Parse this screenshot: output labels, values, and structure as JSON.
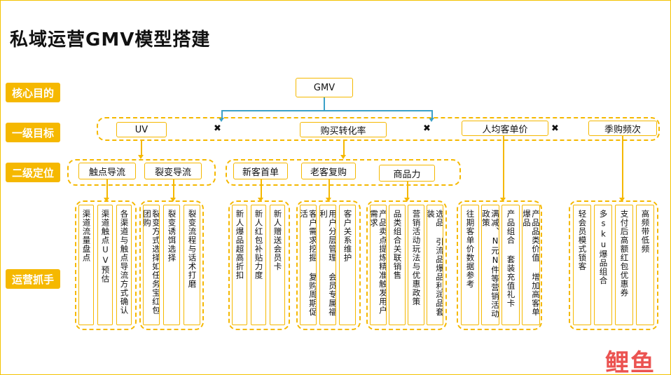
{
  "title": "私域运营GMV模型搭建",
  "row_labels": {
    "core": "核心目的",
    "level1": "一级目标",
    "level2": "二级定位",
    "ops": "运营抓手"
  },
  "gmv": "GMV",
  "level1": [
    "UV",
    "购买转化率",
    "人均客单价",
    "季购频次"
  ],
  "times_symbol": "✖",
  "level2": [
    "触点导流",
    "裂变导流",
    "新客首单",
    "老客复购",
    "商品力"
  ],
  "ops": {
    "touch": [
      "渠道流量盘点",
      "渠道触点UV预估",
      "各渠道与触点导流方式确认"
    ],
    "fission": [
      "裂变方式选择如任务宝红包团购",
      "裂变诱饵选择",
      "裂变流程与话术打磨"
    ],
    "newcust": [
      "新人爆品超高折扣",
      "新人红包补贴力度",
      "新人赠送会员卡"
    ],
    "oldcust": [
      "客户需求挖掘 复购周期促活",
      "用户分层管理 会员专属福利",
      "客户关系维护"
    ],
    "product": [
      "产品卖点提炼精准触发用户需求",
      "品类组合关联销售",
      "营销活动玩法与优惠政策",
      "选品 引流品爆品利润品套装"
    ],
    "aov": [
      "往期客单价数据参考",
      "满减、N元N件等营销活动政策",
      "产品组合 套装充值礼卡",
      "产品品类价值 增加高客单爆品"
    ],
    "freq": [
      "轻会员模式锁客",
      "多sku爆品组合",
      "支付后高额红包优惠券",
      "高频带低频"
    ]
  },
  "watermark": "鲤鱼"
}
